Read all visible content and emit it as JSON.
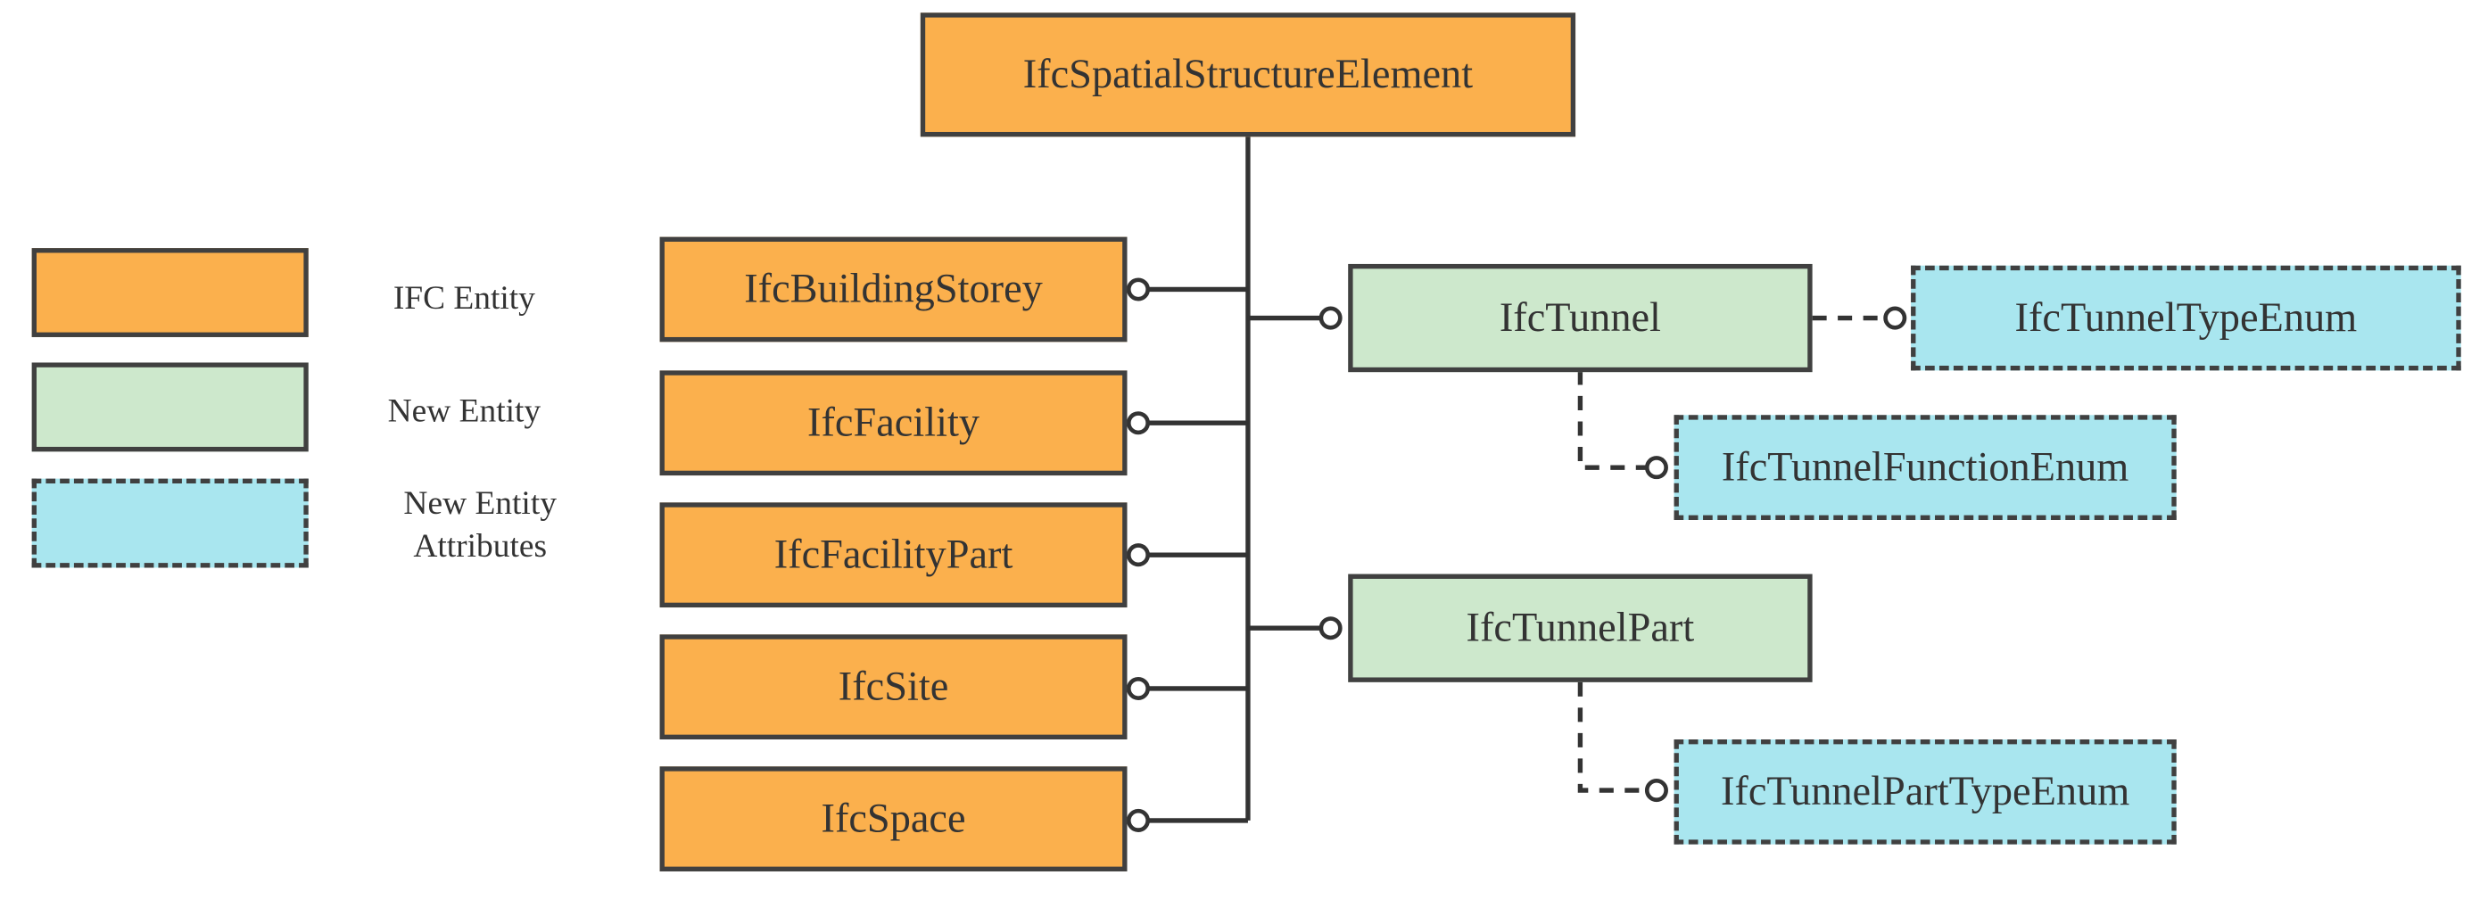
{
  "legend": {
    "items": [
      {
        "label": "IFC Entity",
        "swatch": "ifc"
      },
      {
        "label": "New Entity",
        "swatch": "new"
      },
      {
        "label": "New Entity Attributes",
        "swatch": "attr"
      }
    ]
  },
  "diagram": {
    "root": "IfcSpatialStructureElement",
    "existing_entities": [
      "IfcBuildingStorey",
      "IfcFacility",
      "IfcFacilityPart",
      "IfcSite",
      "IfcSpace"
    ],
    "new_entities": [
      "IfcTunnel",
      "IfcTunnelPart"
    ],
    "attributes": [
      "IfcTunnelTypeEnum",
      "IfcTunnelFunctionEnum",
      "IfcTunnelPartTypeEnum"
    ],
    "relations": [
      {
        "from": "IfcSpatialStructureElement",
        "to": "IfcBuildingStorey",
        "style": "solid"
      },
      {
        "from": "IfcSpatialStructureElement",
        "to": "IfcFacility",
        "style": "solid"
      },
      {
        "from": "IfcSpatialStructureElement",
        "to": "IfcFacilityPart",
        "style": "solid"
      },
      {
        "from": "IfcSpatialStructureElement",
        "to": "IfcSite",
        "style": "solid"
      },
      {
        "from": "IfcSpatialStructureElement",
        "to": "IfcSpace",
        "style": "solid"
      },
      {
        "from": "IfcSpatialStructureElement",
        "to": "IfcTunnel",
        "style": "solid"
      },
      {
        "from": "IfcSpatialStructureElement",
        "to": "IfcTunnelPart",
        "style": "solid"
      },
      {
        "from": "IfcTunnel",
        "to": "IfcTunnelTypeEnum",
        "style": "dashed"
      },
      {
        "from": "IfcTunnel",
        "to": "IfcTunnelFunctionEnum",
        "style": "dashed"
      },
      {
        "from": "IfcTunnelPart",
        "to": "IfcTunnelPartTypeEnum",
        "style": "dashed"
      }
    ]
  },
  "colors": {
    "ifc_entity": "#fbb04d",
    "new_entity": "#cde8cc",
    "new_attribute": "#a9e6ef",
    "stroke": "#404040"
  }
}
